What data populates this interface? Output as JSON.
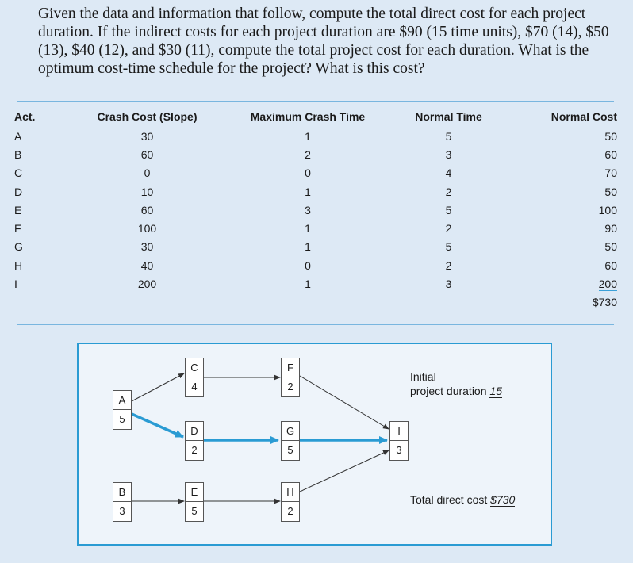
{
  "problem_text": "Given the data and information that follow, compute the total direct cost for each project duration. If the indirect costs for each project duration are $90 (15 time units), $70 (14), $50 (13), $40 (12), and $30 (11), compute the total project cost for each duration. What is the optimum cost-time schedule for the project? What is this cost?",
  "table": {
    "headers": [
      "Act.",
      "Crash Cost (Slope)",
      "Maximum Crash Time",
      "Normal Time",
      "Normal Cost"
    ],
    "rows": [
      [
        "A",
        "30",
        "1",
        "5",
        "50"
      ],
      [
        "B",
        "60",
        "2",
        "3",
        "60"
      ],
      [
        "C",
        "0",
        "0",
        "4",
        "70"
      ],
      [
        "D",
        "10",
        "1",
        "2",
        "50"
      ],
      [
        "E",
        "60",
        "3",
        "5",
        "100"
      ],
      [
        "F",
        "100",
        "1",
        "2",
        "90"
      ],
      [
        "G",
        "30",
        "1",
        "5",
        "50"
      ],
      [
        "H",
        "40",
        "0",
        "2",
        "60"
      ],
      [
        "I",
        "200",
        "1",
        "3",
        "200"
      ]
    ],
    "total": "$730"
  },
  "network": {
    "nodes": [
      {
        "id": "A",
        "duration": "5"
      },
      {
        "id": "B",
        "duration": "3"
      },
      {
        "id": "C",
        "duration": "4"
      },
      {
        "id": "D",
        "duration": "2"
      },
      {
        "id": "E",
        "duration": "5"
      },
      {
        "id": "F",
        "duration": "2"
      },
      {
        "id": "G",
        "duration": "5"
      },
      {
        "id": "H",
        "duration": "2"
      },
      {
        "id": "I",
        "duration": "3"
      }
    ],
    "critical_path": [
      "A",
      "D",
      "G",
      "I"
    ],
    "critical_color": "#2a9bd3",
    "initial_label": "Initial",
    "duration_label": "project duration",
    "duration_value": "15",
    "cost_label": "Total direct cost",
    "cost_value": "$730"
  }
}
